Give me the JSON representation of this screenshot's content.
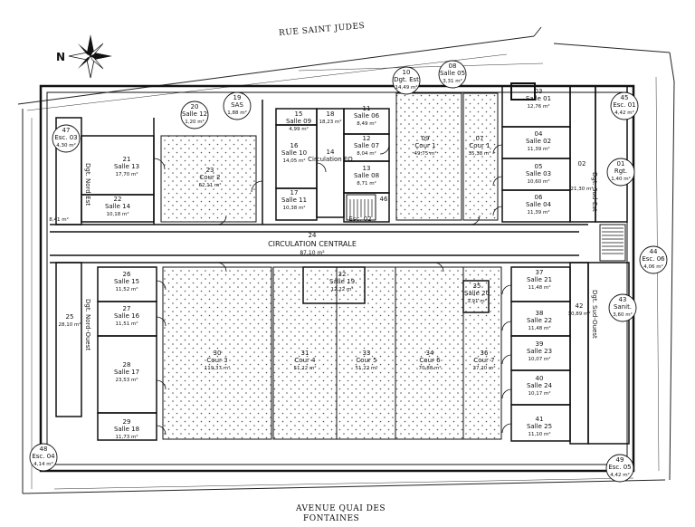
{
  "streets": {
    "north": "RUE SAINT JUDES",
    "south_line1": "AVENUE QUAI DES",
    "south_line2": "FONTAINES"
  },
  "compass_label": "N",
  "circulation": {
    "label": "CIRCULATION CENTRALE",
    "num": "24",
    "area": "87,10 m²"
  },
  "rooms": [
    {
      "id": "r01",
      "num": "01",
      "name": "Rgt.",
      "area": "1,40 m²"
    },
    {
      "id": "r02",
      "num": "02",
      "name": "",
      "area": ""
    },
    {
      "id": "r03",
      "num": "03",
      "name": "Salle 01",
      "area": "12,76 m²"
    },
    {
      "id": "r04",
      "num": "04",
      "name": "Salle 02",
      "area": "11,39 m²"
    },
    {
      "id": "r05",
      "num": "05",
      "name": "Salle 03",
      "area": "10,60 m²"
    },
    {
      "id": "r06",
      "num": "06",
      "name": "Salle 04",
      "area": "11,39 m²"
    },
    {
      "id": "r07",
      "num": "07",
      "name": "Cour 1",
      "area": "35,38 m²"
    },
    {
      "id": "r08",
      "num": "08",
      "name": "Salle 05",
      "area": "3,31 m²"
    },
    {
      "id": "r09",
      "num": "09",
      "name": "Cour 1",
      "area": "49,75 m²"
    },
    {
      "id": "r10",
      "num": "10",
      "name": "Dgt. Est",
      "area": "14,49 m²"
    },
    {
      "id": "r11",
      "num": "11",
      "name": "Salle 06",
      "area": "8,49 m²"
    },
    {
      "id": "r12",
      "num": "12",
      "name": "Salle 07",
      "area": "8,04 m²"
    },
    {
      "id": "r13",
      "num": "13",
      "name": "Salle 08",
      "area": "8,71 m²"
    },
    {
      "id": "r14",
      "num": "14",
      "name": "Circulation EO",
      "area": ""
    },
    {
      "id": "r15",
      "num": "15",
      "name": "Salle 09",
      "area": "4,99 m²"
    },
    {
      "id": "r16",
      "num": "16",
      "name": "Salle 10",
      "area": "14,05 m²"
    },
    {
      "id": "r17",
      "num": "17",
      "name": "Salle 11",
      "area": "10,38 m²"
    },
    {
      "id": "r18",
      "num": "18",
      "name": "",
      "area": "18,23 m²"
    },
    {
      "id": "r19",
      "num": "19",
      "name": "SAS",
      "area": "1,88 m²"
    },
    {
      "id": "r20",
      "num": "20",
      "name": "Salle 12",
      "area": "1,20 m²"
    },
    {
      "id": "r21",
      "num": "21",
      "name": "Salle 13",
      "area": "17,70 m²"
    },
    {
      "id": "r22",
      "num": "22",
      "name": "Salle 14",
      "area": "10,18 m²"
    },
    {
      "id": "r23",
      "num": "23",
      "name": "Cour 2",
      "area": "62,11 m²"
    },
    {
      "id": "r25",
      "num": "25",
      "name": "",
      "area": "28,10 m²"
    },
    {
      "id": "r26",
      "num": "26",
      "name": "Salle 15",
      "area": "11,52 m²"
    },
    {
      "id": "r27",
      "num": "27",
      "name": "Salle 16",
      "area": "11,51 m²"
    },
    {
      "id": "r28",
      "num": "28",
      "name": "Salle 17",
      "area": "23,53 m²"
    },
    {
      "id": "r29",
      "num": "29",
      "name": "Salle 18",
      "area": "11,73 m²"
    },
    {
      "id": "r30",
      "num": "30",
      "name": "Cour 3",
      "area": "119,37 m²"
    },
    {
      "id": "r31",
      "num": "31",
      "name": "Cour 4",
      "area": "51,22 m²"
    },
    {
      "id": "r32",
      "num": "32",
      "name": "Salle 19",
      "area": "12,22 m²"
    },
    {
      "id": "r33",
      "num": "33",
      "name": "Cour 5",
      "area": "51,22 m²"
    },
    {
      "id": "r34",
      "num": "34",
      "name": "Cour 6",
      "area": "70,88 m²"
    },
    {
      "id": "r35",
      "num": "35",
      "name": "Salle 20",
      "area": "3,91 m²"
    },
    {
      "id": "r36",
      "num": "36",
      "name": "Cour 7",
      "area": "37,20 m²"
    },
    {
      "id": "r37",
      "num": "37",
      "name": "Salle 21",
      "area": "11,48 m²"
    },
    {
      "id": "r38",
      "num": "38",
      "name": "Salle 22",
      "area": "11,48 m²"
    },
    {
      "id": "r39",
      "num": "39",
      "name": "Salle 23",
      "area": "10,07 m²"
    },
    {
      "id": "r40",
      "num": "40",
      "name": "Salle 24",
      "area": "10,17 m²"
    },
    {
      "id": "r41",
      "num": "41",
      "name": "Salle 25",
      "area": "11,10 m²"
    },
    {
      "id": "r42",
      "num": "42",
      "name": "",
      "area": "30,89 m²"
    },
    {
      "id": "r43",
      "num": "43",
      "name": "Sanit.",
      "area": "3,60 m²"
    },
    {
      "id": "r44",
      "num": "44",
      "name": "Esc. 06",
      "area": "4,06 m²"
    },
    {
      "id": "r45",
      "num": "45",
      "name": "Esc. 01",
      "area": "4,42 m²"
    },
    {
      "id": "r46",
      "num": "46",
      "name": "",
      "area": ""
    },
    {
      "id": "r47",
      "num": "47",
      "name": "Esc. 03",
      "area": "4,30 m²"
    },
    {
      "id": "r48",
      "num": "48",
      "name": "Esc. 04",
      "area": "4,14 m²"
    },
    {
      "id": "r49",
      "num": "49",
      "name": "Esc. 05",
      "area": "4,42 m²"
    },
    {
      "id": "r02b",
      "num": "",
      "name": "",
      "area": "21,30 m²"
    },
    {
      "id": "rEsc02",
      "num": "",
      "name": "Esc. 02",
      "area": ""
    },
    {
      "id": "rNordEst",
      "num": "",
      "name": "",
      "area": "8,41 m²"
    }
  ],
  "corridor_labels": {
    "sud_est": "Dgt. Sud-Est",
    "sud_ouest": "Dgt. Sud-Ouest",
    "nord_est": "Dgt. Nord-Est",
    "nord_ouest": "Dgt. Nord-Ouest"
  }
}
